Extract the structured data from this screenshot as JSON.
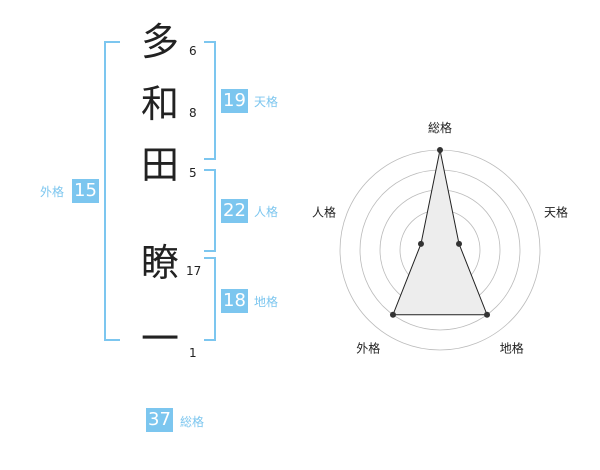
{
  "name": {
    "characters": [
      {
        "char": "多",
        "strokes": "6"
      },
      {
        "char": "和",
        "strokes": "8"
      },
      {
        "char": "田",
        "strokes": "5"
      },
      {
        "char": "瞭",
        "strokes": "17"
      },
      {
        "char": "一",
        "strokes": "1"
      }
    ]
  },
  "grades": {
    "tenkaku": {
      "value": "19",
      "label": "天格"
    },
    "jinkaku": {
      "value": "22",
      "label": "人格"
    },
    "chikaku": {
      "value": "18",
      "label": "地格"
    },
    "gaikaku": {
      "value": "15",
      "label": "外格"
    },
    "soukaku": {
      "value": "37",
      "label": "総格"
    }
  },
  "radar": {
    "axes": [
      "総格",
      "天格",
      "地格",
      "外格",
      "人格"
    ],
    "levels": 5,
    "values": [
      5,
      1,
      4,
      4,
      1
    ],
    "colors": {
      "grid": "#bbbbbb",
      "fill": "#ededed",
      "line": "#222222",
      "point": "#333333",
      "center": "#cccccc"
    }
  },
  "colors": {
    "accent": "#7cc6ef"
  }
}
